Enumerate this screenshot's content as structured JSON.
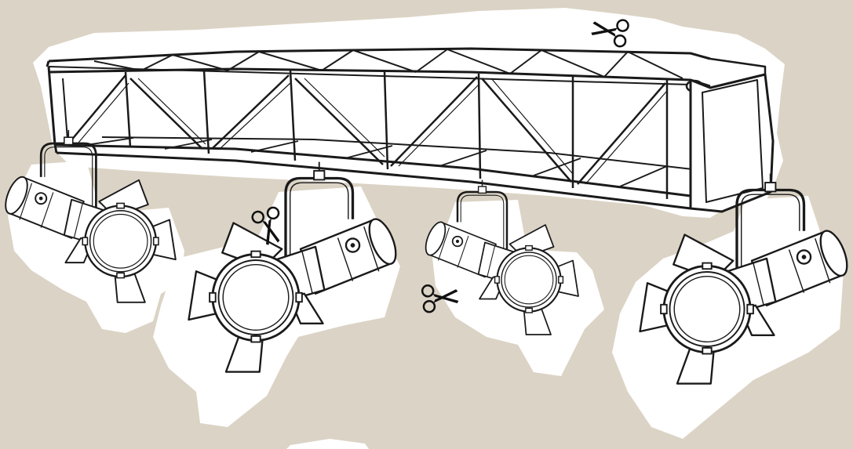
{
  "scene": {
    "background_color": "#dbd3c5",
    "cutout_color": "#ffffff",
    "line_color": "#1a1a1a",
    "lights": [
      "stage-light-1",
      "stage-light-2",
      "stage-light-3",
      "stage-light-4"
    ],
    "scissors": [
      "scissors-icon-1",
      "scissors-icon-2",
      "scissors-icon-3"
    ],
    "truss": "truss-beam"
  }
}
